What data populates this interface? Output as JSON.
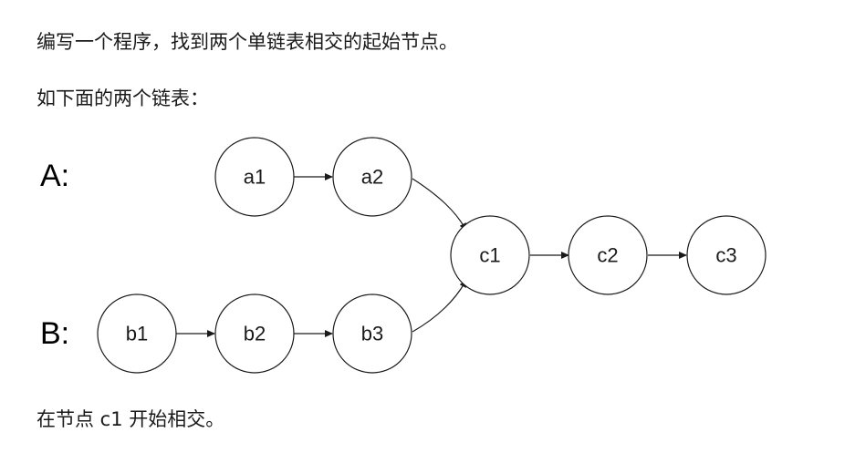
{
  "text": {
    "problem_statement": "编写一个程序，找到两个单链表相交的起始节点。",
    "example_intro": "如下面的两个链表：",
    "conclusion": "在节点 c1 开始相交。"
  },
  "diagram": {
    "list_labels": {
      "A": "A:",
      "B": "B:"
    },
    "nodes": {
      "a1": "a1",
      "a2": "a2",
      "b1": "b1",
      "b2": "b2",
      "b3": "b3",
      "c1": "c1",
      "c2": "c2",
      "c3": "c3"
    },
    "edges": [
      [
        "a1",
        "a2"
      ],
      [
        "a2",
        "c1"
      ],
      [
        "b1",
        "b2"
      ],
      [
        "b2",
        "b3"
      ],
      [
        "b3",
        "c1"
      ],
      [
        "c1",
        "c2"
      ],
      [
        "c2",
        "c3"
      ]
    ]
  }
}
